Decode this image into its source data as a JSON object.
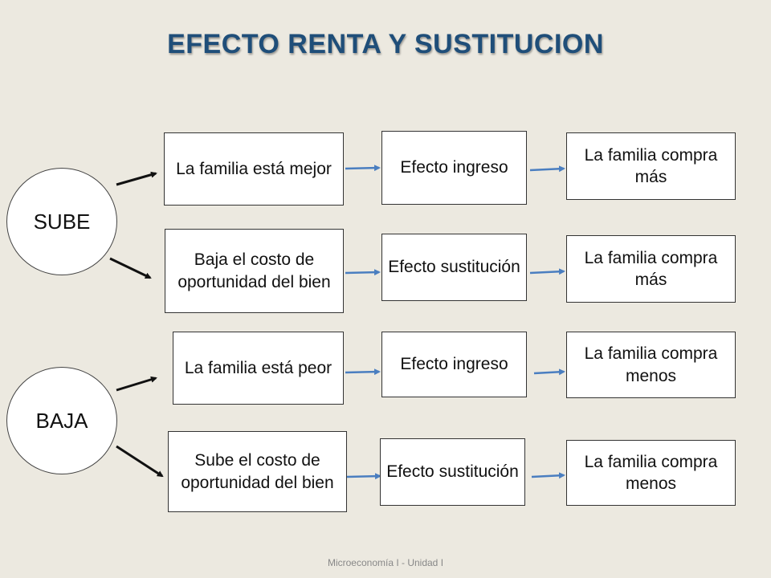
{
  "title": "EFECTO RENTA Y SUSTITUCION",
  "colors": {
    "background": "#ECE9E0",
    "title": "#1F4E79",
    "arrow_black": "#111111",
    "arrow_blue": "#4A7EC0",
    "footer": "#888888"
  },
  "nodes": {
    "sube": "SUBE",
    "baja": "BAJA",
    "sube_row1_cause": "La familia está mejor",
    "sube_row1_effect": "Efecto ingreso",
    "sube_row1_result": "La familia compra más",
    "sube_row2_cause": "Baja el costo de oportunidad del bien",
    "sube_row2_effect": "Efecto sustitución",
    "sube_row2_result": "La familia compra más",
    "baja_row1_cause": "La familia está peor",
    "baja_row1_effect": "Efecto ingreso",
    "baja_row1_result": "La familia compra menos",
    "baja_row2_cause": "Sube el costo de oportunidad del bien",
    "baja_row2_effect": "Efecto sustitución",
    "baja_row2_result": "La familia compra menos"
  },
  "footer": "Microeconomía I - Unidad I"
}
